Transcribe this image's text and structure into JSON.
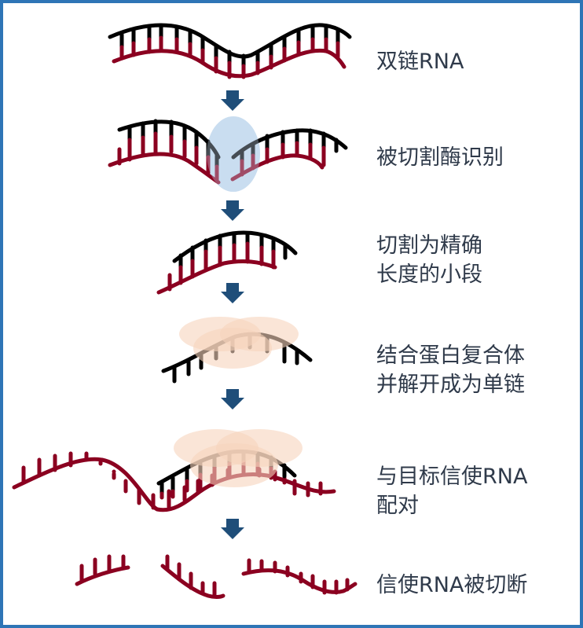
{
  "diagram": {
    "title": "RNA interference process",
    "colors": {
      "border": "#2e75b6",
      "arrow": "#1f4e79",
      "guide_strand": "#000000",
      "target_strand": "#8b0020",
      "dicer_enzyme": "#c9ddf0",
      "protein_complex": "#f7d3bd",
      "label_text": "#2f3a4a"
    },
    "steps": [
      {
        "id": "step-1",
        "lines": [
          "双链RNA"
        ]
      },
      {
        "id": "step-2",
        "lines": [
          "被切割酶识别"
        ]
      },
      {
        "id": "step-3",
        "lines": [
          "切割为精确",
          "长度的小段"
        ]
      },
      {
        "id": "step-4",
        "lines": [
          "结合蛋白复合体",
          "并解开成为单链"
        ]
      },
      {
        "id": "step-5",
        "lines": [
          "与目标信使RNA",
          "配对"
        ]
      },
      {
        "id": "step-6",
        "lines": [
          "信使RNA被切断"
        ]
      }
    ],
    "arrows": 5
  }
}
